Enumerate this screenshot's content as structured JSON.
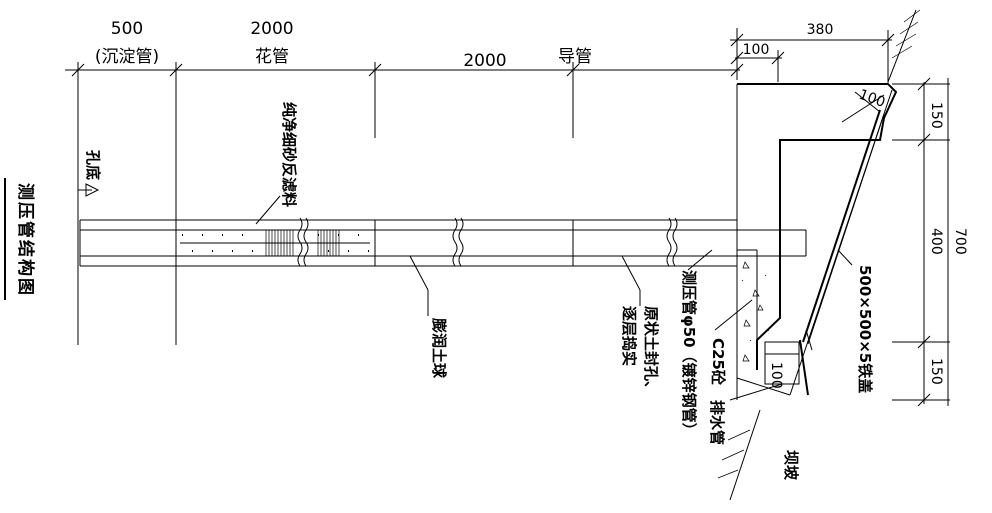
{
  "title": "测压管结构图",
  "dims": {
    "d500": "500",
    "sediment_pipe": "(沉淀管)",
    "d2000_a": "2000",
    "flower_pipe": "花管",
    "d2000_b": "2000",
    "guide_pipe": "导管",
    "d380": "380",
    "d100_top": "100",
    "d100_slope": "100",
    "d150_top": "150",
    "d400": "400",
    "d700": "700",
    "d150_bot": "150",
    "d100_drain": "100"
  },
  "labels": {
    "hole_bottom": "孔底",
    "filter": "纯净细砂反滤料",
    "expansive_clay_ball": "膨润土球",
    "backfill_a": "原状土封孔、",
    "backfill_b": "逐层捣实",
    "pipe_a": "测压管φ50（镀锌钢管）",
    "concrete": "C25砼",
    "drain_pipe": "排水管",
    "cover": "500×500×5铁盖",
    "slope": "坝坡"
  }
}
